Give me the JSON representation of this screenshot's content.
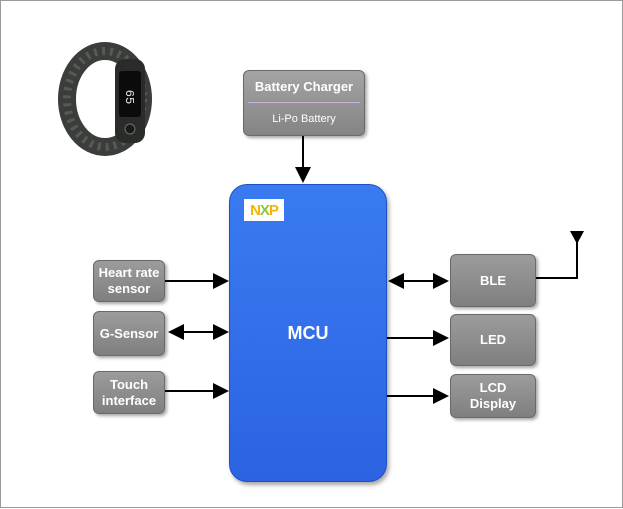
{
  "charger": {
    "title": "Battery Charger",
    "subtitle": "Li-Po Battery"
  },
  "mcu": {
    "label": "MCU",
    "logo": "NXP",
    "logo_colors": {
      "N": "#f4b400",
      "X": "#8cc63f",
      "P": "#f4b400"
    }
  },
  "left_blocks": [
    {
      "id": "heart",
      "label": "Heart rate sensor"
    },
    {
      "id": "gsensor",
      "label": "G-Sensor"
    },
    {
      "id": "touch",
      "label": "Touch interface"
    }
  ],
  "right_blocks": [
    {
      "id": "ble",
      "label": "BLE"
    },
    {
      "id": "led",
      "label": "LED"
    },
    {
      "id": "lcd",
      "label": "LCD Display"
    }
  ],
  "device_image": {
    "screen_text": "65"
  },
  "colors": {
    "mcu_blue": "#2f6ee8",
    "block_gray": "#8c8c8c",
    "arrow": "#000000"
  }
}
